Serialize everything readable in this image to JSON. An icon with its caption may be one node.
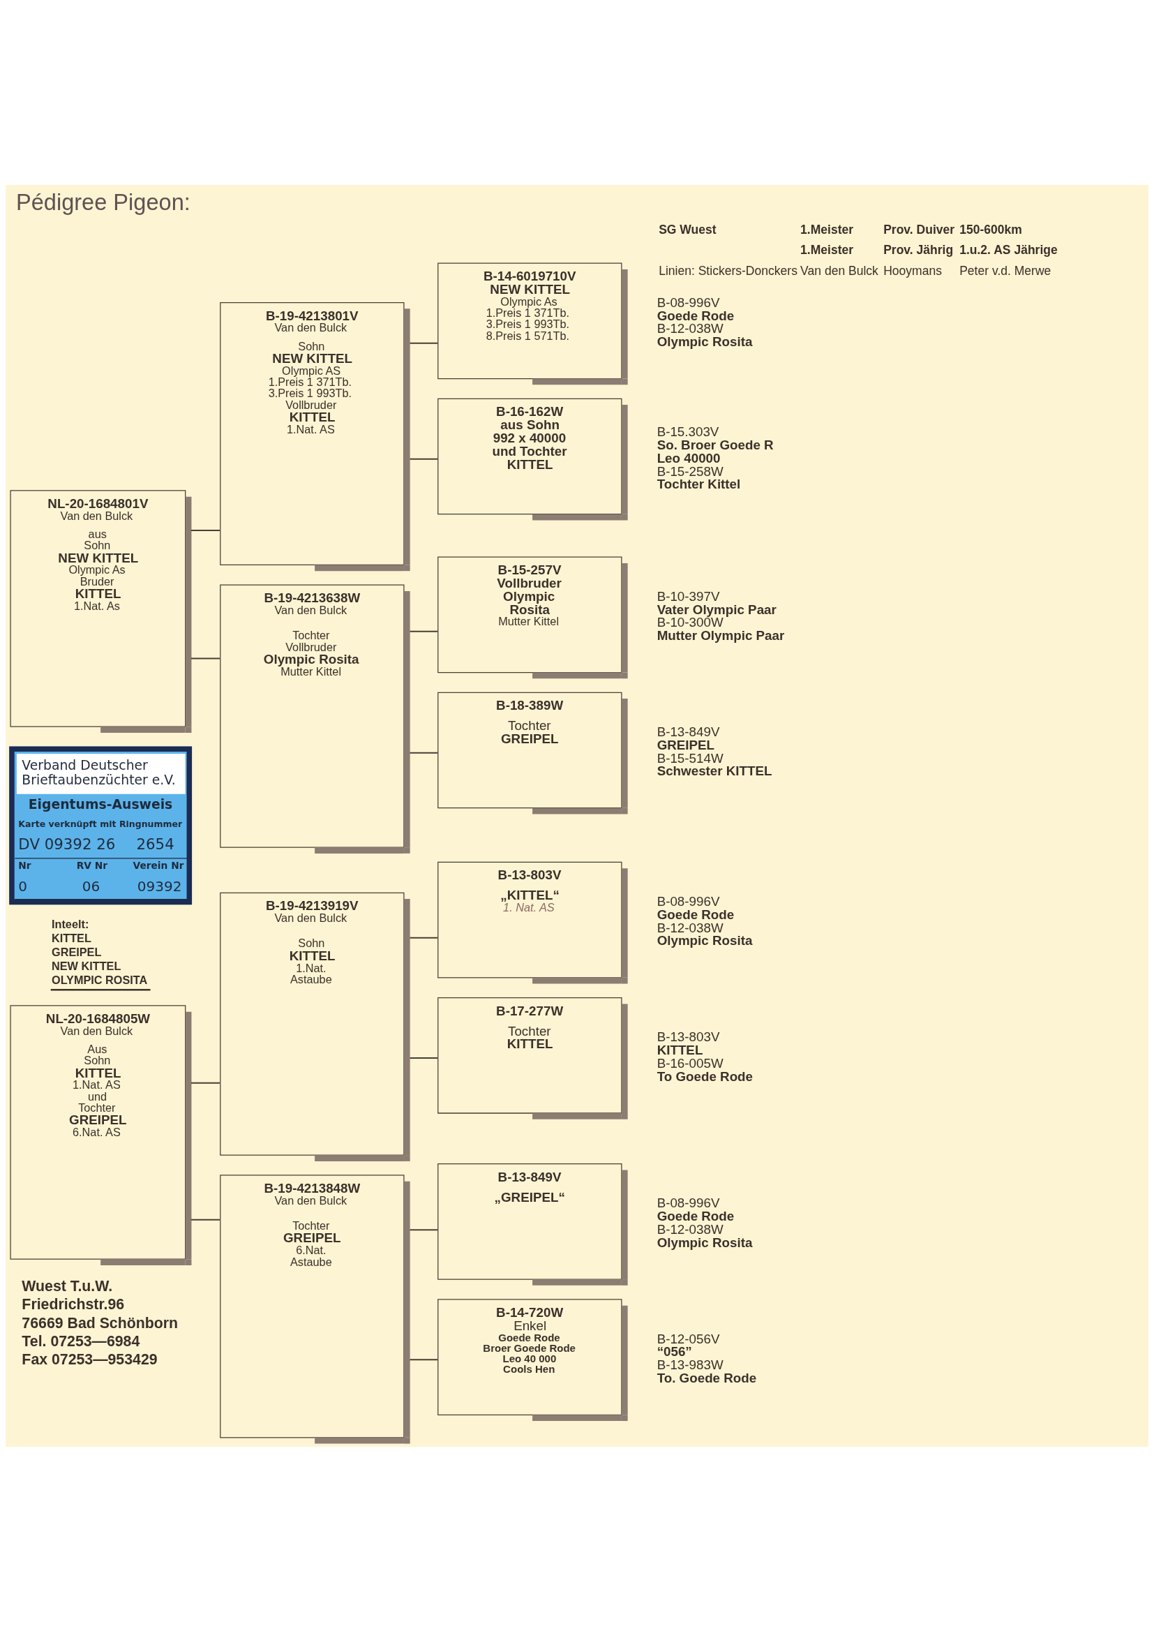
{
  "diagram": {
    "title": "Pédigree Pigeon:",
    "nodes": [
      {
        "text": [
          "NL-20-1684801V",
          "Van den Bulck",
          "aus",
          "Sohn",
          "NEW KITTEL",
          "Olympic As",
          "Bruder",
          "KITTEL",
          "1.Nat. As"
        ]
      },
      {
        "text": [
          "B-19-4213801V",
          "Van den Bulck",
          "Sohn",
          "NEW KITTEL",
          "Olympic AS",
          "1.Preis 1 371Tb.",
          "3.Preis 1 993Tb.",
          "Vollbruder",
          "KITTEL",
          "1.Nat. AS"
        ]
      },
      {
        "text": [
          "B-14-6019710V",
          "NEW KITTEL",
          "Olympic As",
          "1.Preis 1 371Tb.",
          "3.Preis 1 993Tb.",
          "8.Preis 1 571Tb."
        ],
        "beside": [
          "B-08-996V",
          "Goede Rode",
          "B-12-038W",
          "Olympic Rosita"
        ]
      },
      {
        "text": [
          "B-16-162W",
          "aus Sohn",
          "992 x 40000",
          "und Tochter",
          "KITTEL"
        ],
        "beside": [
          "B-15.303V",
          "So. Broer Goede R",
          "Leo 40000",
          "B-15-258W",
          "Tochter Kittel"
        ]
      },
      {
        "text": [
          "B-19-4213638W",
          "Van den Bulck",
          "Tochter",
          "Vollbruder",
          "Olympic Rosita",
          "Mutter Kittel"
        ]
      },
      {
        "text": [
          "B-15-257V",
          "Vollbruder",
          "Olympic",
          "Rosita",
          "Mutter Kittel"
        ],
        "beside": [
          "B-10-397V",
          "Vater Olympic Paar",
          "B-10-300W",
          "Mutter Olympic Paar"
        ]
      },
      {
        "text": [
          "B-18-389W",
          "Tochter",
          "GREIPEL"
        ],
        "beside": [
          "B-13-849V",
          "GREIPEL",
          "B-15-514W",
          "Schwester KITTEL"
        ]
      },
      {
        "text": [
          "NL-20-1684805W",
          "Van den Bulck",
          "Aus",
          "Sohn",
          "KITTEL",
          "1.Nat. AS",
          "und",
          "Tochter",
          "GREIPEL",
          "6.Nat. AS"
        ]
      },
      {
        "text": [
          "B-19-4213919V",
          "Van den Bulck",
          "Sohn",
          "KITTEL",
          "1.Nat.",
          "Astaube"
        ]
      },
      {
        "text": [
          "B-13-803V",
          "„KITTEL“",
          "1. Nat. AS"
        ],
        "beside": [
          "B-08-996V",
          "Goede Rode",
          "B-12-038W",
          "Olympic Rosita"
        ]
      },
      {
        "text": [
          "B-17-277W",
          "Tochter",
          "KITTEL"
        ],
        "beside": [
          "B-13-803V",
          "KITTEL",
          "B-16-005W",
          "To Goede Rode"
        ]
      },
      {
        "text": [
          "B-19-4213848W",
          "Van den Bulck",
          "Tochter",
          "GREIPEL",
          "6.Nat.",
          "Astaube"
        ]
      },
      {
        "text": [
          "B-13-849V",
          "„GREIPEL“"
        ],
        "beside": [
          "B-08-996V",
          "Goede Rode",
          "B-12-038W",
          "Olympic Rosita"
        ]
      },
      {
        "text": [
          "B-14-720W",
          "Enkel",
          "Goede Rode",
          "Broer Goede Rode",
          "Leo 40 000",
          "Cools Hen"
        ],
        "beside": [
          "B-12-056V",
          "“056”",
          "B-13-983W",
          "To. Goede Rode"
        ]
      },
      {
        "text": [
          "Verband Deutscher Brieftaubenzüchter e.V.",
          "Eigentums-Ausweis",
          "Karte verknüpft mit Ringnummer",
          "DV 09392 26",
          "2654",
          "Nr",
          "RV Nr",
          "Verein Nr",
          "0",
          "06",
          "09392"
        ]
      }
    ],
    "edges": [
      {
        "from": 0,
        "to": 1,
        "arrow": "none"
      },
      {
        "from": 0,
        "to": 4,
        "arrow": "none"
      },
      {
        "from": 1,
        "to": 2,
        "arrow": "none"
      },
      {
        "from": 1,
        "to": 3,
        "arrow": "none"
      },
      {
        "from": 4,
        "to": 5,
        "arrow": "none"
      },
      {
        "from": 4,
        "to": 6,
        "arrow": "none"
      },
      {
        "from": 7,
        "to": 8,
        "arrow": "none"
      },
      {
        "from": 7,
        "to": 11,
        "arrow": "none"
      },
      {
        "from": 8,
        "to": 9,
        "arrow": "none"
      },
      {
        "from": 8,
        "to": 10,
        "arrow": "none"
      },
      {
        "from": 11,
        "to": 12,
        "arrow": "none"
      },
      {
        "from": 11,
        "to": 13,
        "arrow": "none"
      }
    ],
    "labels": [
      "SG Wuest",
      "1.Meister",
      "Prov. Duiver",
      "150-600km",
      "1.Meister",
      "Prov. Jährig",
      "1.u.2. AS Jährige",
      "Linien: Stickers-Donckers",
      "Van den Bulck",
      "Hooymans",
      "Peter v.d. Merwe",
      "Inteelt:",
      "KITTEL",
      "GREIPEL",
      "NEW KITTEL",
      "OLYMPIC ROSITA",
      "Wuest T.u.W.",
      "Friedrichstr.96",
      "76669 Bad Schönborn",
      "Tel. 07253—6984",
      "Fax 07253—953429"
    ]
  }
}
